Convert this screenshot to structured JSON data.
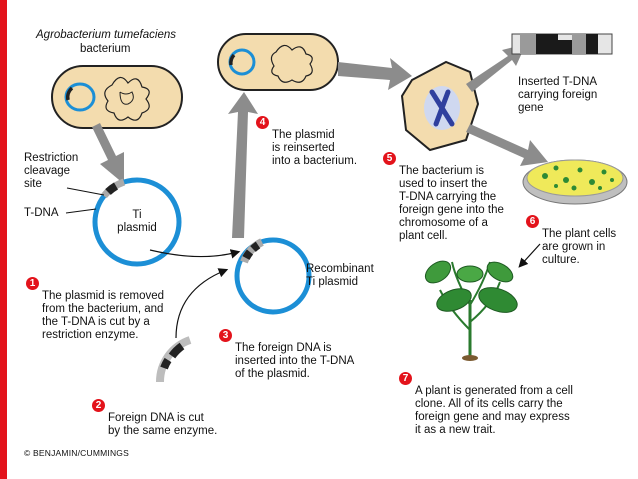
{
  "labels": {
    "bacterium_species": "Agrobacterium tumefaciens",
    "bacterium_word": "bacterium",
    "restriction_site": "Restriction\ncleavage\nsite",
    "t_dna": "T-DNA",
    "ti_plasmid": "Ti\nplasmid",
    "recombinant": "Recombinant\nTi plasmid",
    "inserted_tdna": "Inserted T-DNA\ncarrying foreign\ngene"
  },
  "steps": [
    {
      "num": "1",
      "text": "The plasmid is removed\nfrom the bacterium, and\nthe T-DNA is cut by a\nrestriction enzyme."
    },
    {
      "num": "2",
      "text": "Foreign DNA is cut\nby the same enzyme."
    },
    {
      "num": "3",
      "text": "The foreign DNA is\ninserted into the T-DNA\nof the plasmid."
    },
    {
      "num": "4",
      "text": "The plasmid\nis reinserted\ninto a bacterium."
    },
    {
      "num": "5",
      "text": "The bacterium is\nused to insert the\nT-DNA carrying the\nforeign gene into the\nchromosome of a\nplant cell."
    },
    {
      "num": "6",
      "text": "The plant cells\nare grown in\nculture."
    },
    {
      "num": "7",
      "text": "A plant is generated from a cell\nclone. All of its cells carry the\nforeign gene and may express\nit as a new trait."
    }
  ],
  "credit": "© BENJAMIN/CUMMINGS",
  "colors": {
    "accent_red": "#e3131b",
    "plasmid_blue": "#1c8fd6",
    "cell_fill": "#f3dcae",
    "arrow_gray": "#8c8c8c",
    "plant_green": "#2a7a2e"
  }
}
